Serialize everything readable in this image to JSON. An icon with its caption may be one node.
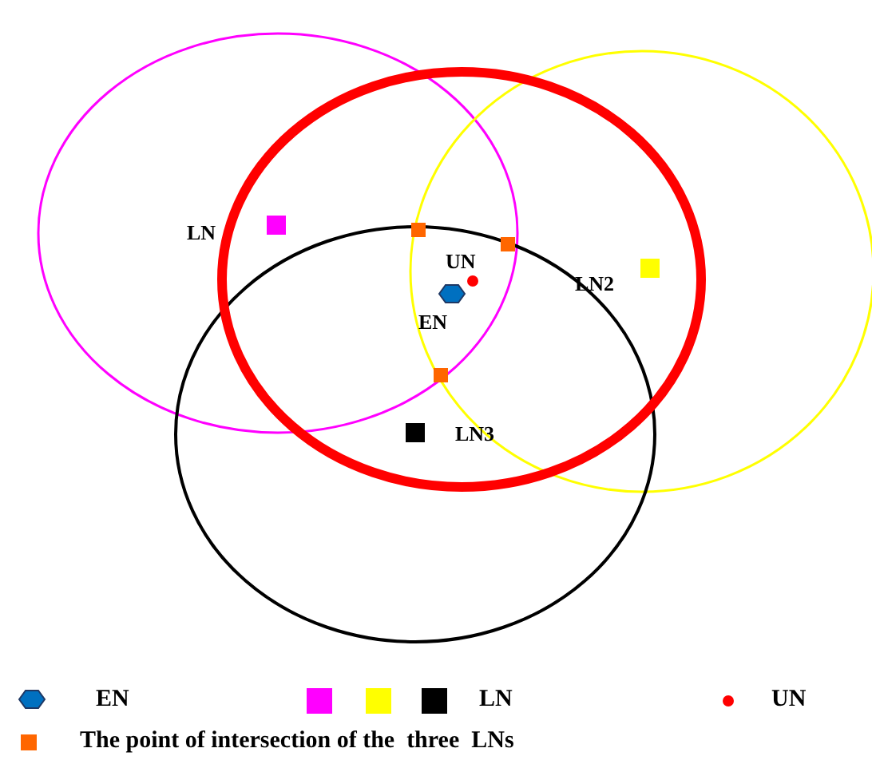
{
  "diagram": {
    "labels": [
      "LN",
      "UN",
      "EN",
      "LN2",
      "LN3"
    ],
    "legend": [
      {
        "text": "EN"
      },
      {
        "text": "LN"
      },
      {
        "text": "UN"
      },
      {
        "text": "The point of intersection of the  three  LNs",
        "color": "#ff6600"
      }
    ]
  }
}
